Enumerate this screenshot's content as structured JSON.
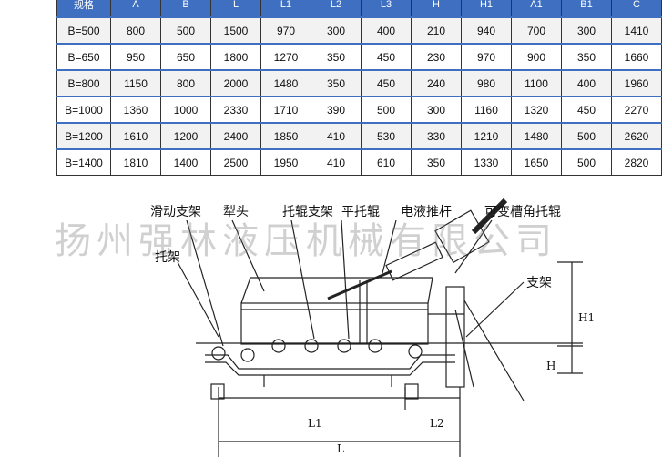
{
  "table": {
    "headers": [
      "规格",
      "A",
      "B",
      "L",
      "L1",
      "L2",
      "L3",
      "H",
      "H1",
      "A1",
      "B1",
      "C"
    ],
    "rows": [
      [
        "B=500",
        "800",
        "500",
        "1500",
        "970",
        "300",
        "400",
        "210",
        "940",
        "700",
        "300",
        "1410"
      ],
      [
        "B=650",
        "950",
        "650",
        "1800",
        "1270",
        "350",
        "450",
        "230",
        "970",
        "900",
        "350",
        "1660"
      ],
      [
        "B=800",
        "1150",
        "800",
        "2000",
        "1480",
        "350",
        "450",
        "240",
        "980",
        "1100",
        "400",
        "1960"
      ],
      [
        "B=1000",
        "1360",
        "1000",
        "2330",
        "1710",
        "390",
        "500",
        "300",
        "1160",
        "1320",
        "450",
        "2270"
      ],
      [
        "B=1200",
        "1610",
        "1200",
        "2400",
        "1850",
        "410",
        "530",
        "330",
        "1210",
        "1480",
        "500",
        "2620"
      ],
      [
        "B=1400",
        "1810",
        "1400",
        "2500",
        "1950",
        "410",
        "610",
        "350",
        "1330",
        "1650",
        "500",
        "2820"
      ]
    ]
  },
  "drawing": {
    "labels": {
      "sliding_support": "滑动支架",
      "plough_head": "犁头",
      "roller_support": "托辊支架",
      "flat_roller": "平托辊",
      "electro_hydraulic": "电液推杆",
      "variable_trough": "可变槽角托辊",
      "bracket": "托架",
      "stand": "支架",
      "dim_H1": "H1",
      "dim_H": "H",
      "dim_L1": "L1",
      "dim_L2": "L2",
      "dim_L": "L"
    },
    "watermark": "扬州强林液压机械有限公司"
  }
}
